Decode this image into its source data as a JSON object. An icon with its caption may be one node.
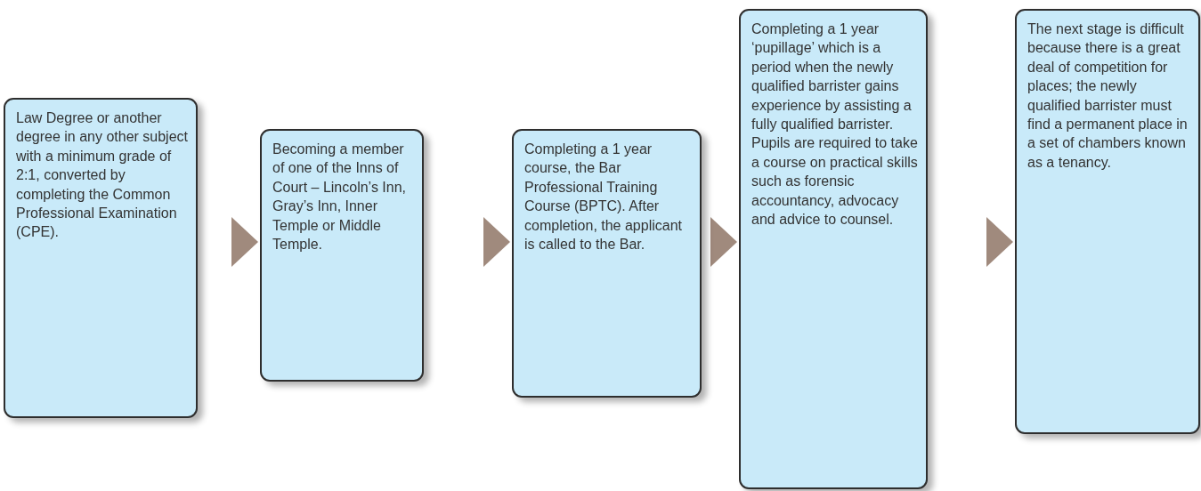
{
  "diagram": {
    "nodes": [
      {
        "text": [
          "Law Degree or another degree in any other subject with a minimum grade of 2:1, converted by completing the Common Professional Examination (CPE)."
        ]
      },
      {
        "text": [
          "Becoming a member of one of the Inns of Court – Lincoln’s Inn, Gray’s Inn, Inner Temple or Middle Temple."
        ]
      },
      {
        "text": [
          "Completing a 1 year course, the Bar Professional Training Course (BPTC). After completion, the applicant is called to the Bar."
        ]
      },
      {
        "text": [
          "Completing a 1 year ‘pupillage’ which is a period when the newly qualified barrister gains experience by assisting a fully qualified barrister. Pupils are required to take a course on practical skills such as forensic accountancy, advocacy and advice to counsel."
        ]
      },
      {
        "text": [
          "The next stage is difficult because there is a great deal of competition for places; the newly qualified barrister must find a permanent place in a set of chambers known as a tenancy."
        ]
      }
    ],
    "edges": [
      {
        "from": 0,
        "to": 1,
        "arrow": "to"
      },
      {
        "from": 1,
        "to": 2,
        "arrow": "to"
      },
      {
        "from": 2,
        "to": 3,
        "arrow": "to"
      },
      {
        "from": 3,
        "to": 4,
        "arrow": "to"
      }
    ]
  }
}
